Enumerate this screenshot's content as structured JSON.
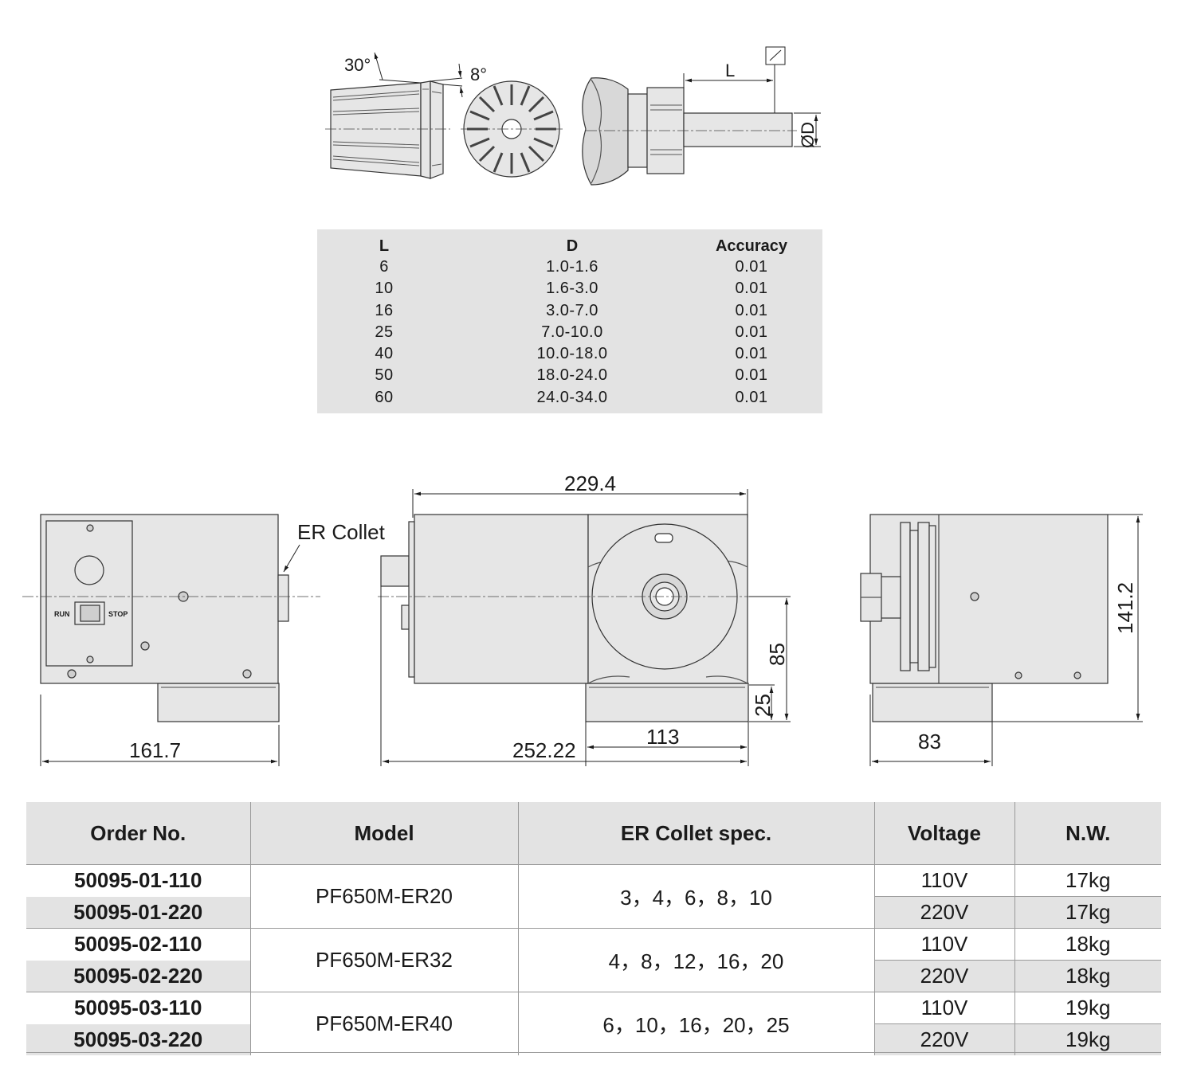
{
  "drawing": {
    "angle_30": "30°",
    "angle_8": "8°",
    "dim_L": "L",
    "dim_D": "ØD",
    "er_collet_label": "ER Collet",
    "dim_229": "229.4",
    "dim_161": "161.7",
    "dim_252": "252.22",
    "dim_113": "113",
    "dim_85": "85",
    "dim_25": "25",
    "dim_83": "83",
    "dim_141": "141.2",
    "switch_run": "RUN",
    "switch_stop": "STOP"
  },
  "spec_table": {
    "headers": {
      "l": "L",
      "d": "D",
      "accuracy": "Accuracy"
    },
    "rows": [
      {
        "l": "6",
        "d": "1.0-1.6",
        "acc": "0.01"
      },
      {
        "l": "10",
        "d": "1.6-3.0",
        "acc": "0.01"
      },
      {
        "l": "16",
        "d": "3.0-7.0",
        "acc": "0.01"
      },
      {
        "l": "25",
        "d": "7.0-10.0",
        "acc": "0.01"
      },
      {
        "l": "40",
        "d": "10.0-18.0",
        "acc": "0.01"
      },
      {
        "l": "50",
        "d": "18.0-24.0",
        "acc": "0.01"
      },
      {
        "l": "60",
        "d": "24.0-34.0",
        "acc": "0.01"
      }
    ]
  },
  "order_table": {
    "headers": {
      "order": "Order No.",
      "model": "Model",
      "collet": "ER Collet spec.",
      "voltage": "Voltage",
      "nw": "N.W."
    },
    "groups": [
      {
        "model": "PF650M-ER20",
        "collet": "3，4，6，8，10",
        "rows": [
          {
            "order": "50095-01-110",
            "voltage": "110V",
            "nw": "17kg"
          },
          {
            "order": "50095-01-220",
            "voltage": "220V",
            "nw": "17kg"
          }
        ]
      },
      {
        "model": "PF650M-ER32",
        "collet": "4，8，12，16，20",
        "rows": [
          {
            "order": "50095-02-110",
            "voltage": "110V",
            "nw": "18kg"
          },
          {
            "order": "50095-02-220",
            "voltage": "220V",
            "nw": "18kg"
          }
        ]
      },
      {
        "model": "PF650M-ER40",
        "collet": "6，10，16，20，25",
        "rows": [
          {
            "order": "50095-03-110",
            "voltage": "110V",
            "nw": "19kg"
          },
          {
            "order": "50095-03-220",
            "voltage": "220V",
            "nw": "19kg"
          }
        ]
      }
    ]
  }
}
